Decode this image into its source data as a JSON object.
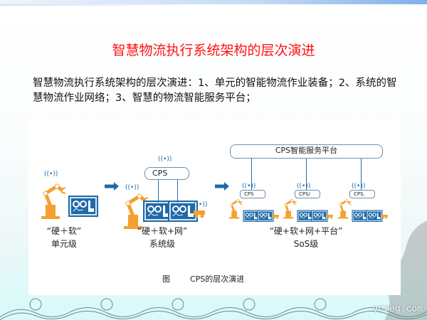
{
  "slide": {
    "title": "智慧物流执行系统架构的层次演进",
    "body": "智慧物流执行系统架构的层次演进：1、单元的智能物流作业装备；2、系统的智慧物流作业网络；3、智慧的物流智能服务平台；"
  },
  "figure": {
    "platform_label": "CPS智能服务平台",
    "cps_label": "CPS",
    "sub_cps_labels": [
      "CPS",
      "CPS/",
      "CPS."
    ],
    "groups": [
      {
        "line1": "“硬＋软”",
        "line2": "单元级"
      },
      {
        "line1": "“硬＋软+网”",
        "line2": "系统级"
      },
      {
        "line1": "“硬+软+网+平台”",
        "line2": "SoS级"
      }
    ],
    "caption": "图        CPS的层次演进"
  },
  "watermark": "vcreg.com",
  "colors": {
    "title": "#ff1010",
    "orange": "#f5a030",
    "blue": "#1f6aa8"
  }
}
